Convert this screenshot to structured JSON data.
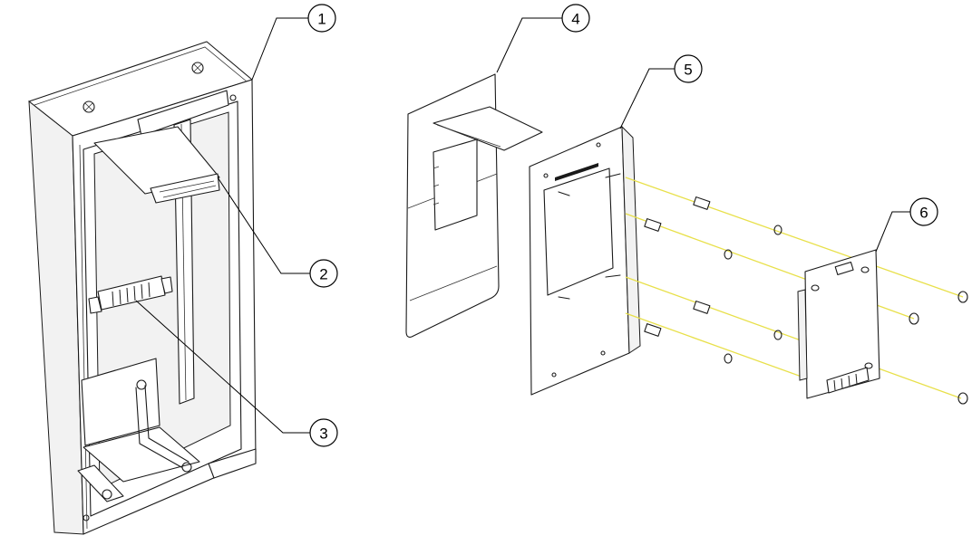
{
  "callouts": [
    {
      "id": "1",
      "label": "1"
    },
    {
      "id": "2",
      "label": "2"
    },
    {
      "id": "3",
      "label": "3"
    },
    {
      "id": "4",
      "label": "4"
    },
    {
      "id": "5",
      "label": "5"
    },
    {
      "id": "6",
      "label": "6"
    }
  ],
  "colors": {
    "line": "#1a1a1a",
    "assembly_axis": "#e8e04a",
    "background": "#ffffff"
  }
}
